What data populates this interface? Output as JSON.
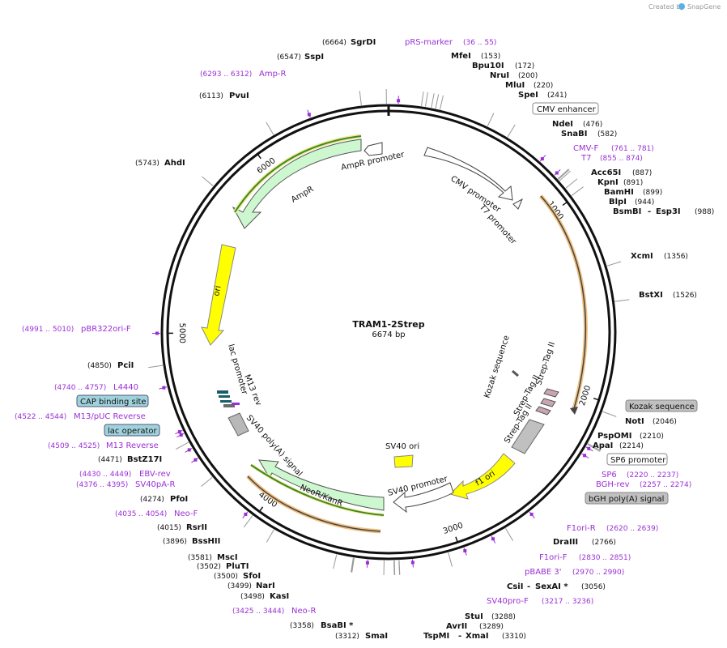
{
  "credit": {
    "created_by": "Created by",
    "app": "SnapGene"
  },
  "plasmid": {
    "name": "TRAM1-2Strep",
    "length_label": "6674 bp",
    "length": 6674
  },
  "ticks": [
    {
      "pos": 1000,
      "label": "1000"
    },
    {
      "pos": 2000,
      "label": "2000"
    },
    {
      "pos": 3000,
      "label": "3000"
    },
    {
      "pos": 4000,
      "label": "4000"
    },
    {
      "pos": 5000,
      "label": "5000"
    },
    {
      "pos": 6000,
      "label": "6000"
    }
  ],
  "sites": [
    {
      "name": "SgrDI",
      "pos": "(6664)",
      "at": 6664
    },
    {
      "name": "SspI",
      "pos": "(6547)",
      "at": 6547
    },
    {
      "name": "PvuI",
      "pos": "(6113)",
      "at": 6113
    },
    {
      "name": "AhdI",
      "pos": "(5743)",
      "at": 5743
    },
    {
      "name": "MfeI",
      "pos": "(153)",
      "at": 153
    },
    {
      "name": "Bpu10I",
      "pos": "(172)",
      "at": 172
    },
    {
      "name": "NruI",
      "pos": "(200)",
      "at": 200
    },
    {
      "name": "MluI",
      "pos": "(220)",
      "at": 220
    },
    {
      "name": "SpeI",
      "pos": "(241)",
      "at": 241
    },
    {
      "name": "NdeI",
      "pos": "(476)",
      "at": 476
    },
    {
      "name": "SnaBI",
      "pos": "(582)",
      "at": 582
    },
    {
      "name": "Acc65I",
      "pos": "(887)",
      "at": 887
    },
    {
      "name": "KpnI",
      "pos": "(891)",
      "at": 891
    },
    {
      "name": "BamHI",
      "pos": "(899)",
      "at": 899
    },
    {
      "name": "BlpI",
      "pos": "(944)",
      "at": 944
    },
    {
      "name": "BsmBI",
      "name2": "Esp3I",
      "pos": "(988)",
      "at": 988
    },
    {
      "name": "XcmI",
      "pos": "(1356)",
      "at": 1356
    },
    {
      "name": "BstXI",
      "pos": "(1526)",
      "at": 1526
    },
    {
      "name": "NotI",
      "pos": "(2046)",
      "at": 2046
    },
    {
      "name": "PspOMI",
      "pos": "(2210)",
      "at": 2210
    },
    {
      "name": "ApaI",
      "pos": "(2214)",
      "at": 2214
    },
    {
      "name": "DraIII",
      "pos": "(2766)",
      "at": 2766
    },
    {
      "name": "CsiI",
      "name2": "SexAI *",
      "pos": "(3056)",
      "at": 3056
    },
    {
      "name": "StuI",
      "pos": "(3288)",
      "at": 3288
    },
    {
      "name": "AvrII",
      "pos": "(3289)",
      "at": 3289
    },
    {
      "name": "TspMI",
      "name2": "XmaI",
      "pos": "(3310)",
      "at": 3310
    },
    {
      "name": "SmaI",
      "pos": "(3312)",
      "at": 3312
    },
    {
      "name": "BsaBI *",
      "pos": "(3358)",
      "at": 3358
    },
    {
      "name": "KasI",
      "pos": "(3498)",
      "at": 3498
    },
    {
      "name": "NarI",
      "pos": "(3499)",
      "at": 3499
    },
    {
      "name": "SfoI",
      "pos": "(3500)",
      "at": 3500
    },
    {
      "name": "PluTI",
      "pos": "(3502)",
      "at": 3502
    },
    {
      "name": "MscI",
      "pos": "(3581)",
      "at": 3581
    },
    {
      "name": "BssHII",
      "pos": "(3896)",
      "at": 3896
    },
    {
      "name": "RsrII",
      "pos": "(4015)",
      "at": 4015
    },
    {
      "name": "PfoI",
      "pos": "(4274)",
      "at": 4274
    },
    {
      "name": "BstZ17I",
      "pos": "(4471)",
      "at": 4471
    },
    {
      "name": "PciI",
      "pos": "(4850)",
      "at": 4850
    }
  ],
  "primers": [
    {
      "name": "pRS-marker",
      "range": "(36 .. 55)",
      "at": 45
    },
    {
      "name": "Amp-R",
      "range": "(6293 .. 6312)",
      "at": 6302
    },
    {
      "name": "CMV-F",
      "range": "(761 .. 781)",
      "at": 771
    },
    {
      "name": "T7",
      "range": "(855 .. 874)",
      "at": 864
    },
    {
      "name": "SP6",
      "range": "(2220 .. 2237)",
      "at": 2228
    },
    {
      "name": "BGH-rev",
      "range": "(2257 .. 2274)",
      "at": 2265
    },
    {
      "name": "F1ori-R",
      "range": "(2620 .. 2639)",
      "at": 2630
    },
    {
      "name": "F1ori-F",
      "range": "(2830 .. 2851)",
      "at": 2840
    },
    {
      "name": "pBABE 3'",
      "range": "(2970 .. 2990)",
      "at": 2980
    },
    {
      "name": "SV40pro-F",
      "range": "(3217 .. 3236)",
      "at": 3226
    },
    {
      "name": "Neo-R",
      "range": "(3425 .. 3444)",
      "at": 3434
    },
    {
      "name": "Neo-F",
      "range": "(4035 .. 4054)",
      "at": 4044
    },
    {
      "name": "SV40pA-R",
      "range": "(4376 .. 4395)",
      "at": 4385
    },
    {
      "name": "EBV-rev",
      "range": "(4430 .. 4449)",
      "at": 4439
    },
    {
      "name": "M13 Reverse",
      "range": "(4509 .. 4525)",
      "at": 4517
    },
    {
      "name": "M13/pUC Reverse",
      "range": "(4522 .. 4544)",
      "at": 4533
    },
    {
      "name": "L4440",
      "range": "(4740 .. 4757)",
      "at": 4748
    },
    {
      "name": "pBR322ori-F",
      "range": "(4991 .. 5010)",
      "at": 5000
    }
  ],
  "boxed_features": [
    {
      "name": "CMV enhancer"
    },
    {
      "name": "Kozak sequence"
    },
    {
      "name": "SP6 promoter"
    },
    {
      "name": "bGH poly(A) signal"
    },
    {
      "name": "CAP binding site"
    },
    {
      "name": "lac operator"
    }
  ],
  "map_features": [
    {
      "name": "AmpR promoter"
    },
    {
      "name": "AmpR"
    },
    {
      "name": "ori"
    },
    {
      "name": "CMV promoter"
    },
    {
      "name": "T7 promoter"
    },
    {
      "name": "Kozak sequence"
    },
    {
      "name": "Strep-Tag II"
    },
    {
      "name": "Strep-Tag II"
    },
    {
      "name": "Strep-Tag II"
    },
    {
      "name": "f1 ori"
    },
    {
      "name": "SV40 ori"
    },
    {
      "name": "SV40 promoter"
    },
    {
      "name": "NeoR/KanR"
    },
    {
      "name": "SV40 poly(A) signal"
    },
    {
      "name": "lac promoter"
    },
    {
      "name": "M13 rev"
    }
  ],
  "colors": {
    "primer": "#9b2fd6",
    "amp": "#cdf7cf",
    "ori": "#ffff00",
    "orf_line": "#f0a030",
    "green_line": "#3c8a1e",
    "tag": "#c9a4b2",
    "cap_box": "#9fd2dc",
    "grey_box": "#c0c0c0"
  }
}
